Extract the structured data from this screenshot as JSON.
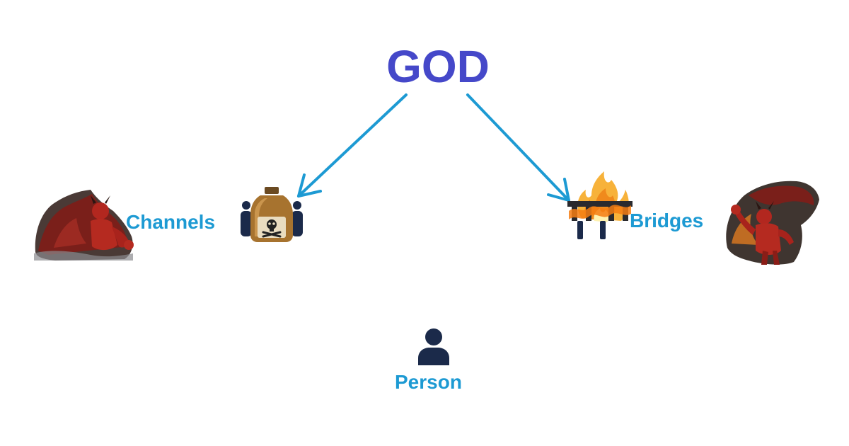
{
  "diagram": {
    "title": "GOD",
    "nodes": {
      "channels": {
        "label": "Channels"
      },
      "bridges": {
        "label": "Bridges"
      },
      "person": {
        "label": "Person"
      }
    },
    "edges": [
      {
        "from": "GOD",
        "to": "Channels"
      },
      {
        "from": "GOD",
        "to": "Bridges"
      }
    ],
    "icons": {
      "left_figure": "devil-figure-icon",
      "right_figure": "devil-figure-icon",
      "channels": "poison-bottle-icon",
      "bridges": "burning-bridge-icon",
      "person": "person-icon"
    },
    "colors": {
      "title": "#4548c9",
      "labels": "#1d9ad3",
      "arrows": "#1d9ad3",
      "icons_dark": "#1b2a4a",
      "devil_red": "#a8231c",
      "fire": "#f08a1c"
    }
  }
}
